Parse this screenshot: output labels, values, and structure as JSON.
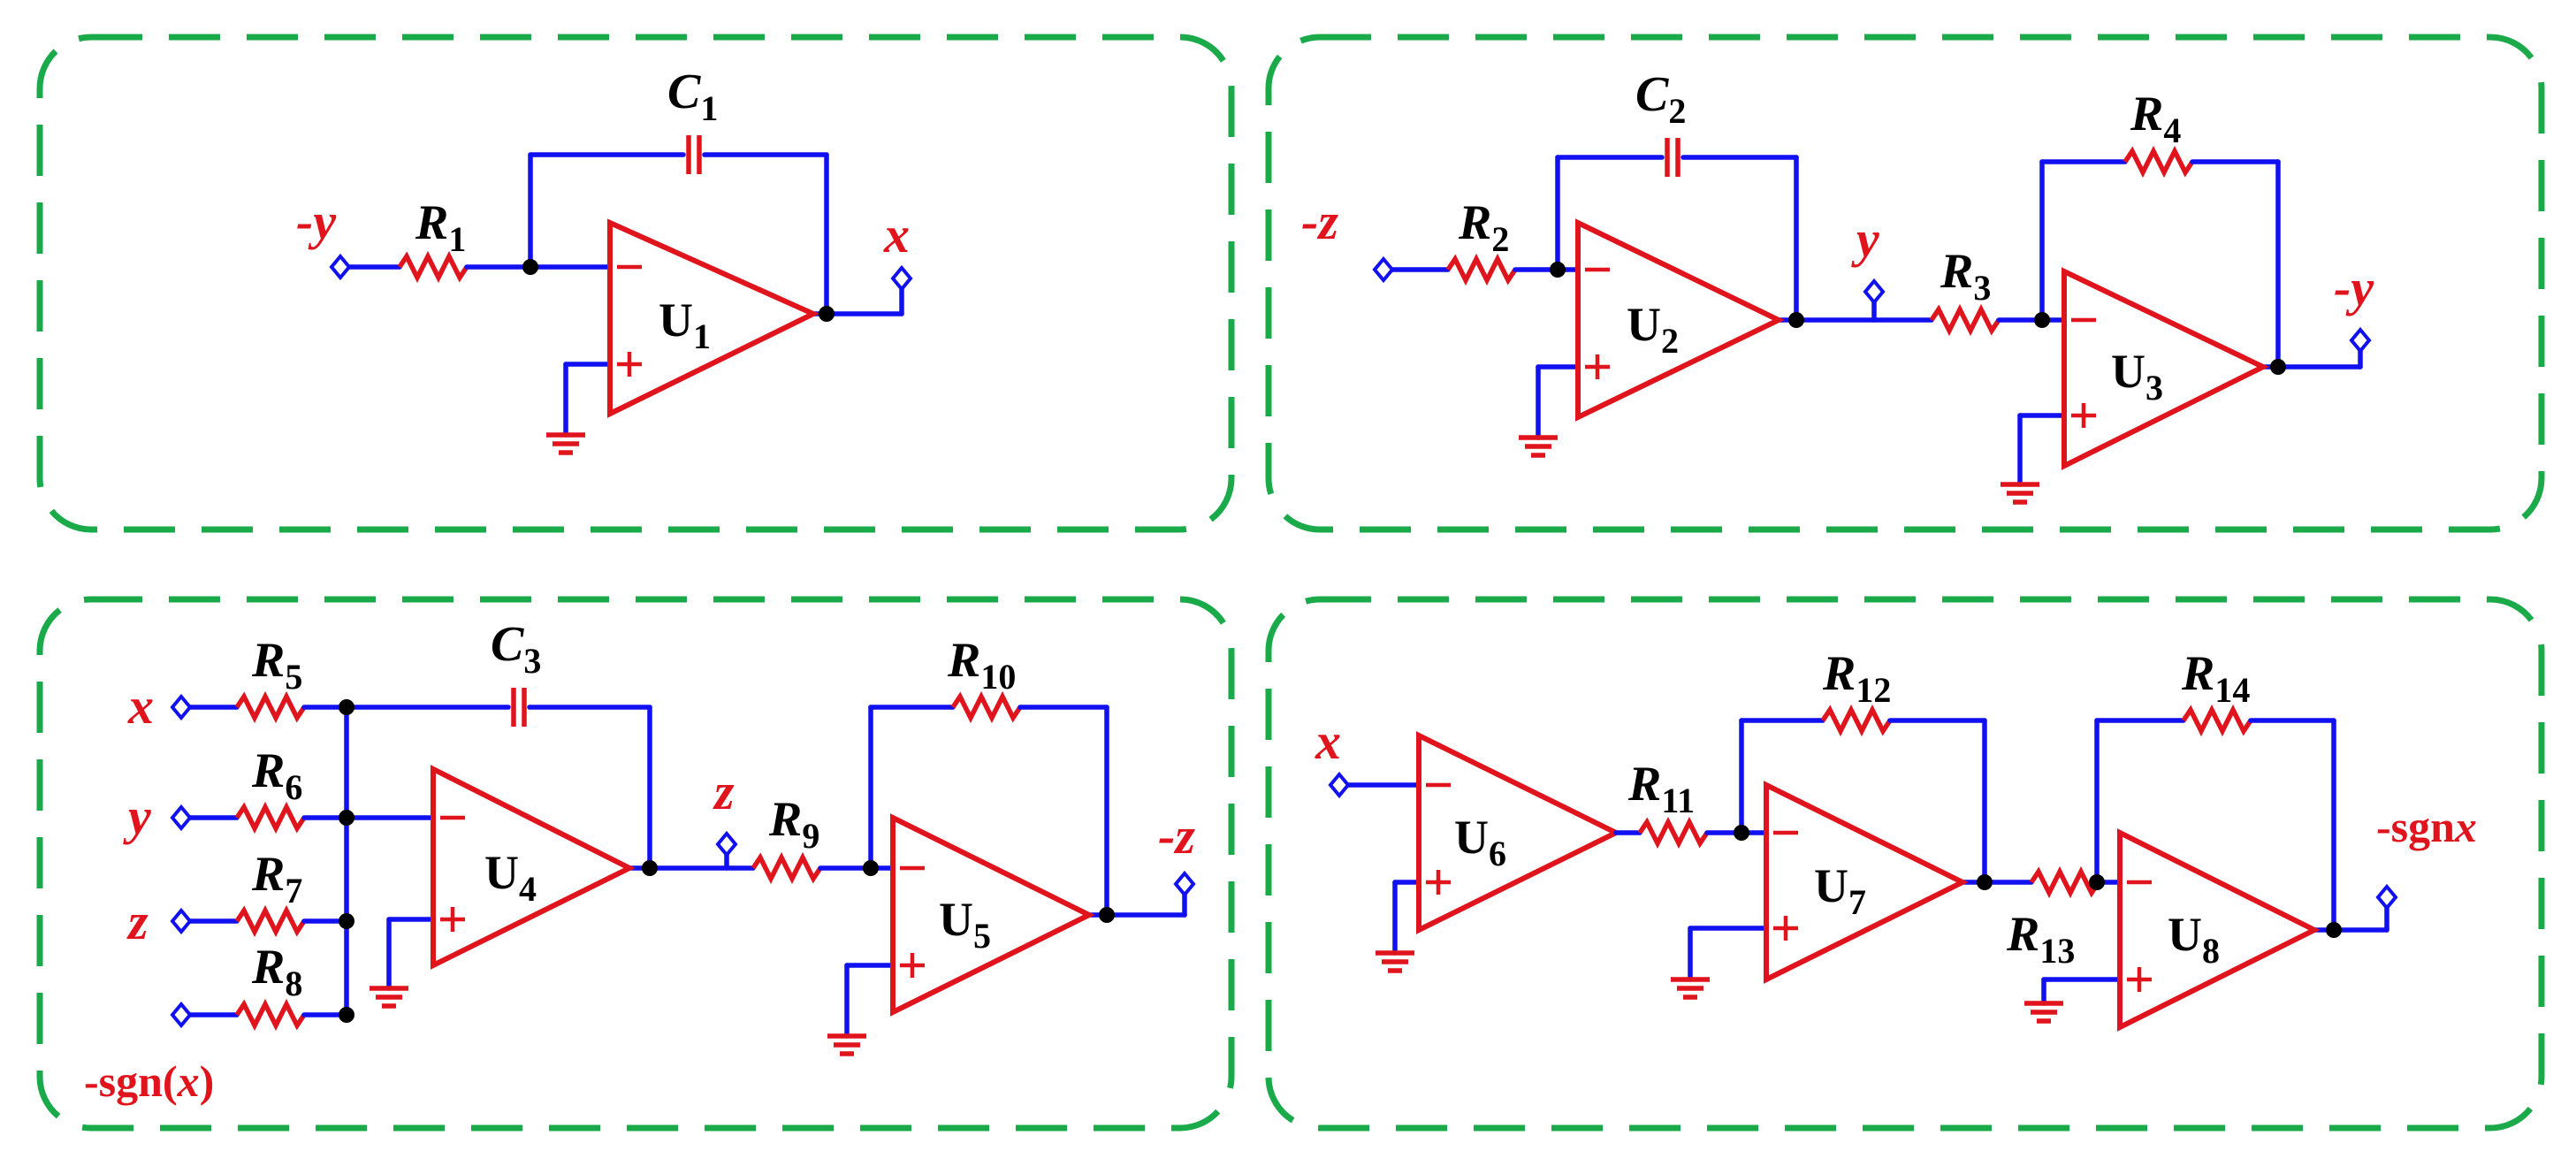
{
  "signals": {
    "minus_y": "-y",
    "x": "x",
    "minus_z": "-z",
    "y": "y",
    "z": "z",
    "minus_sgn_open": "-sgn(",
    "minus_sgn_var": "x",
    "minus_sgn_close": ")",
    "minus_sgnx_fn": "-sgn",
    "minus_sgnx_var": "x"
  },
  "components": {
    "R1": {
      "letter": "R",
      "index": "1"
    },
    "R2": {
      "letter": "R",
      "index": "2"
    },
    "R3": {
      "letter": "R",
      "index": "3"
    },
    "R4": {
      "letter": "R",
      "index": "4"
    },
    "R5": {
      "letter": "R",
      "index": "5"
    },
    "R6": {
      "letter": "R",
      "index": "6"
    },
    "R7": {
      "letter": "R",
      "index": "7"
    },
    "R8": {
      "letter": "R",
      "index": "8"
    },
    "R9": {
      "letter": "R",
      "index": "9"
    },
    "R10": {
      "letter": "R",
      "index": "10"
    },
    "R11": {
      "letter": "R",
      "index": "11"
    },
    "R12": {
      "letter": "R",
      "index": "12"
    },
    "R13": {
      "letter": "R",
      "index": "13"
    },
    "R14": {
      "letter": "R",
      "index": "14"
    },
    "C1": {
      "letter": "C",
      "index": "1"
    },
    "C2": {
      "letter": "C",
      "index": "2"
    },
    "C3": {
      "letter": "C",
      "index": "3"
    }
  },
  "amplifiers": {
    "U1": {
      "letter": "U",
      "index": "1"
    },
    "U2": {
      "letter": "U",
      "index": "2"
    },
    "U3": {
      "letter": "U",
      "index": "3"
    },
    "U4": {
      "letter": "U",
      "index": "4"
    },
    "U5": {
      "letter": "U",
      "index": "5"
    },
    "U6": {
      "letter": "U",
      "index": "6"
    },
    "U7": {
      "letter": "U",
      "index": "7"
    },
    "U8": {
      "letter": "U",
      "index": "8"
    }
  },
  "colors": {
    "wire": "#1010f0",
    "component": "#e0141c",
    "frame": "#1aaa4a",
    "node": "#000000"
  }
}
